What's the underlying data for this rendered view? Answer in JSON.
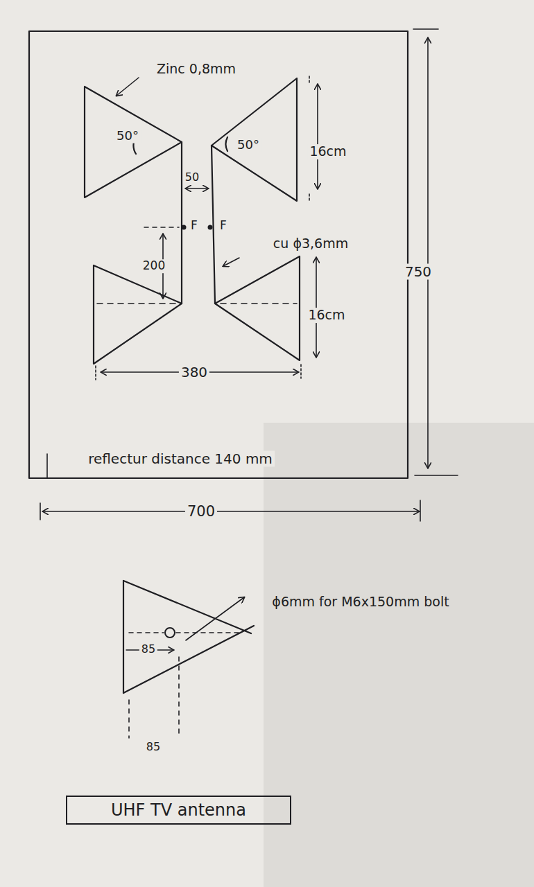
{
  "diagram": {
    "nodes": [
      {
        "text": [
          "UHF TV antenna"
        ]
      }
    ],
    "labels": [
      "Zinc 0,8mm",
      "50°",
      "50°",
      "16cm",
      "50",
      "F",
      "F",
      "cu ϕ3,6mm",
      "200",
      "750",
      "16cm",
      "380",
      "reflectur distance 140 mm",
      "700",
      "ϕ6mm for M6x150mm bolt",
      "85",
      "85"
    ]
  }
}
